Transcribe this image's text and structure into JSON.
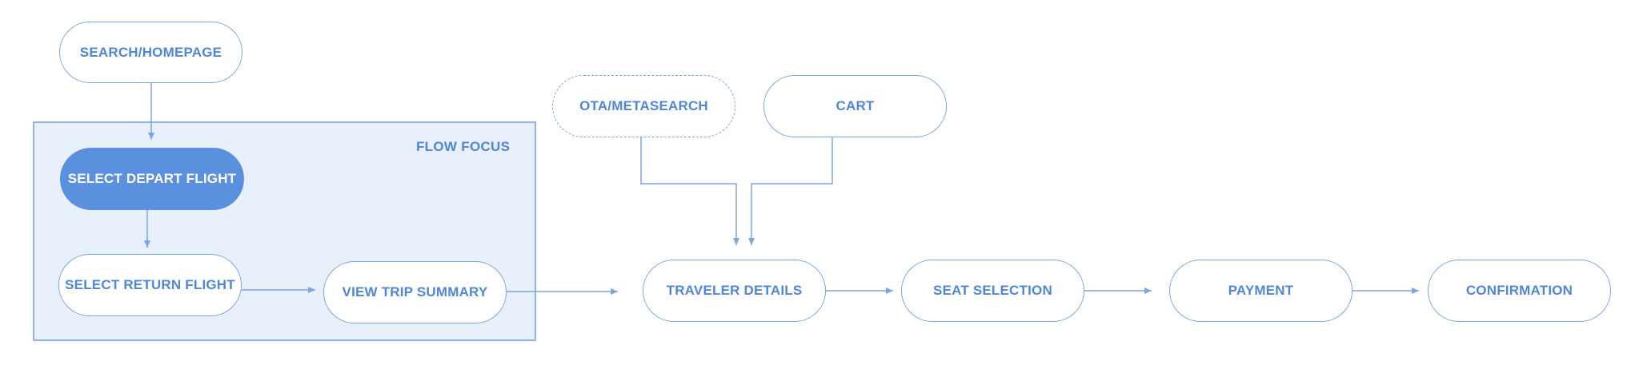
{
  "colors": {
    "accent": "#5b90df",
    "stroke": "#7aa6e4",
    "focus_bg": "#e8f0fb",
    "text": "#4f86d9"
  },
  "focus_label": "FLOW FOCUS",
  "nodes": {
    "search_homepage": "SEARCH/HOMEPAGE",
    "select_depart_flight": "SELECT DEPART FLIGHT",
    "select_return_flight": "SELECT RETURN FLIGHT",
    "view_trip_summary": "VIEW TRIP SUMMARY",
    "ota_metasearch": "OTA/METASEARCH",
    "cart": "CART",
    "traveler_details": "TRAVELER DETAILS",
    "seat_selection": "SEAT SELECTION",
    "payment": "PAYMENT",
    "confirmation": "CONFIRMATION"
  }
}
